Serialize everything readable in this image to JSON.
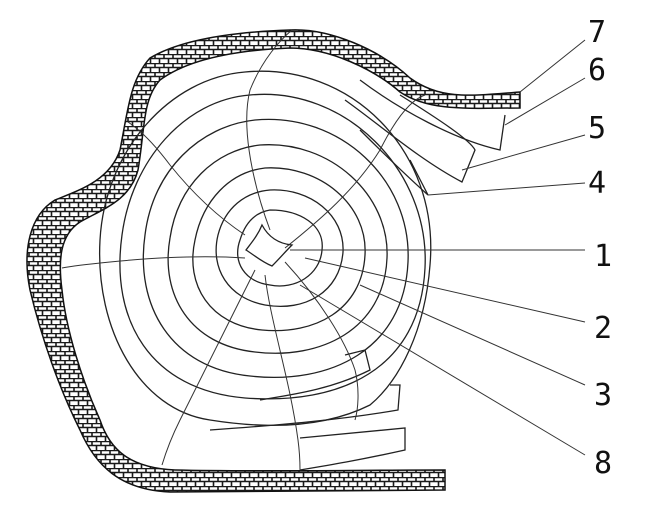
{
  "diagram": {
    "labels": [
      {
        "id": "7",
        "text": "7"
      },
      {
        "id": "6",
        "text": "6"
      },
      {
        "id": "5",
        "text": "5"
      },
      {
        "id": "4",
        "text": "4"
      },
      {
        "id": "1",
        "text": "1"
      },
      {
        "id": "2",
        "text": "2"
      },
      {
        "id": "3",
        "text": "3"
      },
      {
        "id": "8",
        "text": "8"
      }
    ],
    "colors": {
      "stroke": "#222222",
      "brick": "#1a1a1a",
      "background": "#ffffff"
    }
  }
}
